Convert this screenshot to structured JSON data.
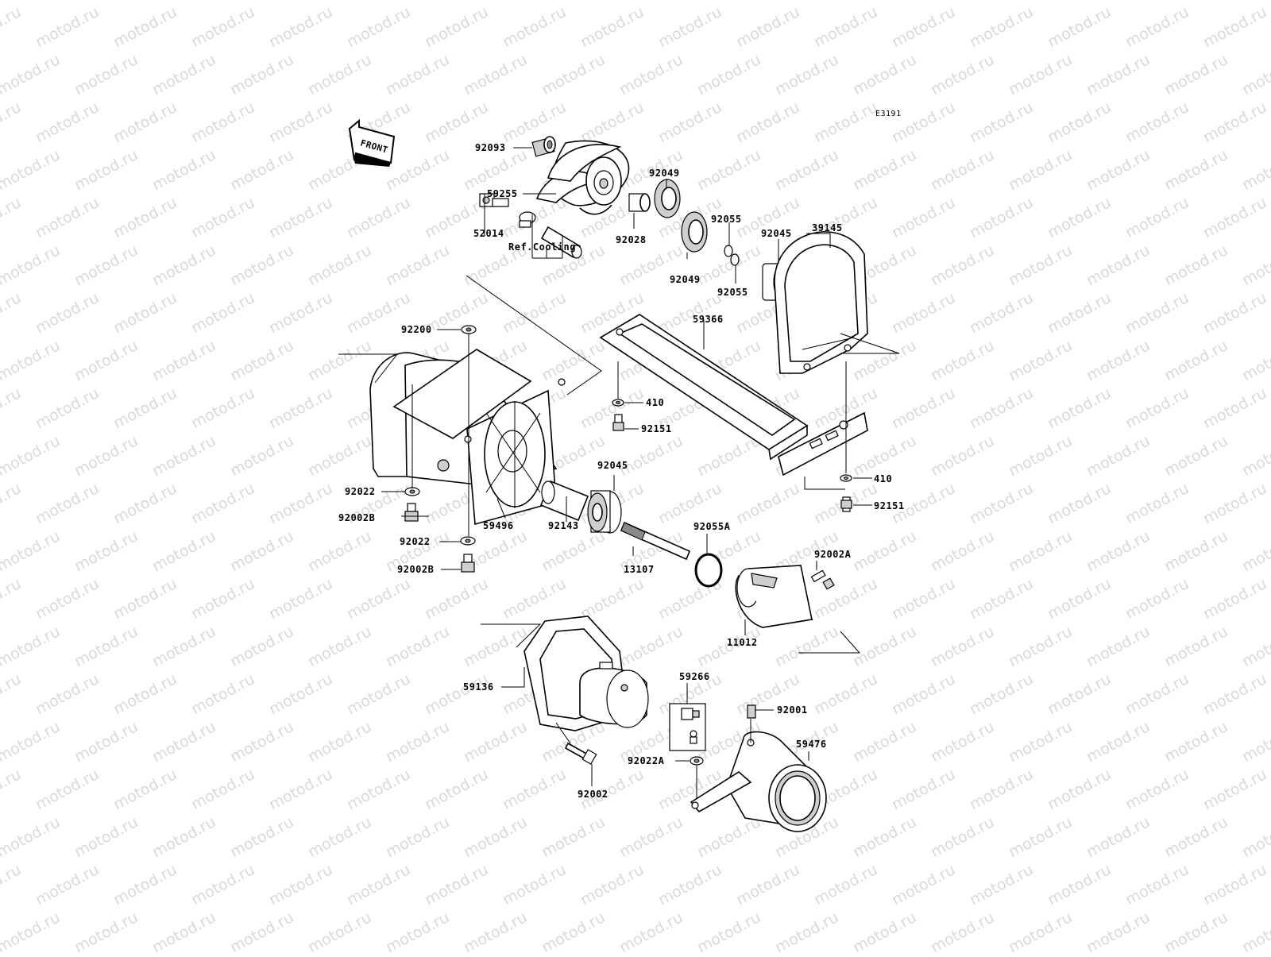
{
  "watermark": "motod.ru",
  "diagram_code": "E3191",
  "front_arrow_label": "FRONT",
  "ref_cooling": "Ref.Cooling",
  "labels": {
    "p92093": "92093",
    "p59255": "59255",
    "p92049a": "92049",
    "p92028": "92028",
    "p92049b": "92049",
    "p92055a": "92055",
    "p92055b": "92055",
    "p92045a": "92045",
    "p39145": "39145",
    "p52014": "52014",
    "p92200": "92200",
    "p59366": "59366",
    "p410a": "410",
    "p92151a": "92151",
    "p92022a": "92022",
    "p92002Ba": "92002B",
    "p59496": "59496",
    "p92022b": "92022",
    "p92002Bb": "92002B",
    "p92045b": "92045",
    "p92143": "92143",
    "p13107": "13107",
    "p92055A": "92055A",
    "p92002A": "92002A",
    "p410b": "410",
    "p92151b": "92151",
    "p11012": "11012",
    "p59136": "59136",
    "p59266": "59266",
    "p92001": "92001",
    "p59476": "59476",
    "p92022A": "92022A",
    "p92002": "92002"
  }
}
